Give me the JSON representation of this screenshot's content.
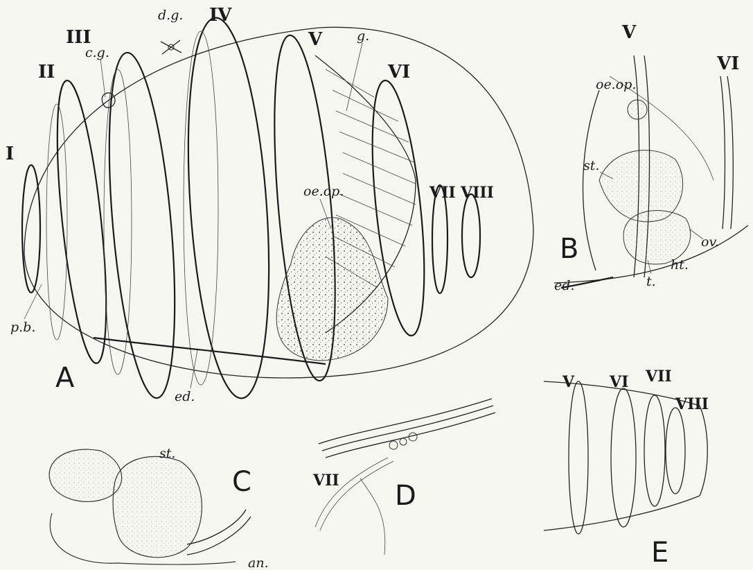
{
  "figures": {
    "A": {
      "panel_label": "A",
      "segments": [
        "I",
        "II",
        "III",
        "IV",
        "V",
        "VI",
        "VII",
        "VIII"
      ],
      "labels": {
        "cg": "c.g.",
        "dg": "d.g.",
        "g": "g.",
        "oeop": "oe.op.",
        "pb": "p.b.",
        "ed": "ed."
      }
    },
    "B": {
      "panel_label": "B",
      "segments": [
        "V",
        "VI"
      ],
      "labels": {
        "oeop": "oe.op.",
        "st": "st.",
        "ed": "ed.",
        "t": "t.",
        "ht": "ht.",
        "ov": "ov."
      }
    },
    "C": {
      "panel_label": "C",
      "labels": {
        "st": "st.",
        "an": "an."
      }
    },
    "D": {
      "panel_label": "D",
      "segments": [
        "VII"
      ]
    },
    "E": {
      "panel_label": "E",
      "segments": [
        "V",
        "VI",
        "VII",
        "VIII"
      ]
    }
  }
}
